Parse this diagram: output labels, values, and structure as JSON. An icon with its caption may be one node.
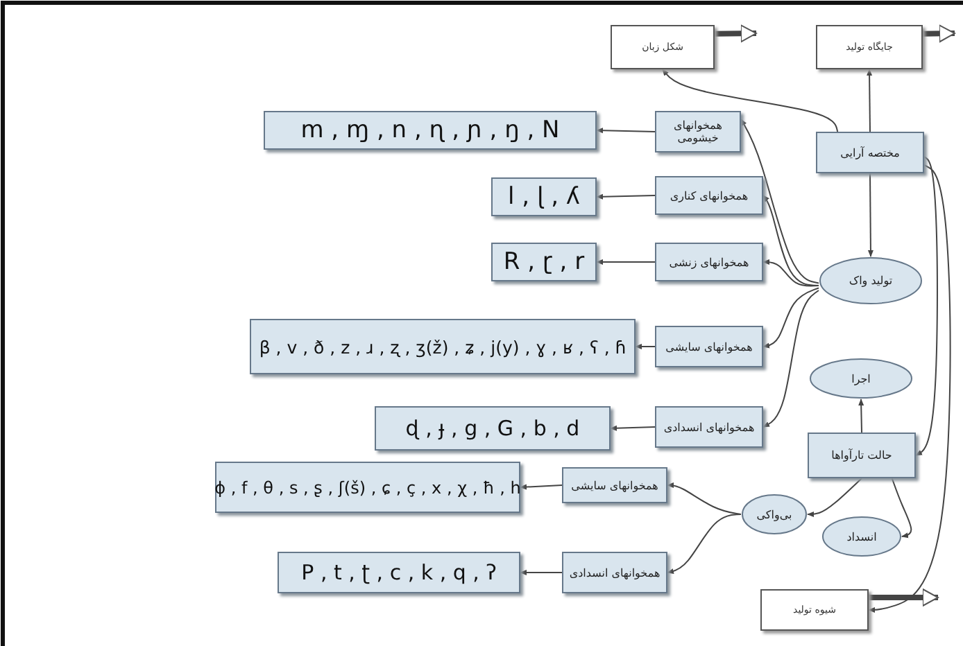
{
  "diagram": {
    "nodes": [
      {
        "text": [
          "شکل زبان"
        ]
      },
      {
        "text": [
          "جایگاه تولید"
        ]
      },
      {
        "text": [
          "m , ɱ , n , ɳ , ɲ , ŋ , N"
        ]
      },
      {
        "text": [
          "همخوانهای خیشومی"
        ]
      },
      {
        "text": [
          "مختصه آرایی"
        ]
      },
      {
        "text": [
          "l , ɭ , ʎ"
        ]
      },
      {
        "text": [
          "همخوانهای کناری"
        ]
      },
      {
        "text": [
          "R , ɽ , r"
        ]
      },
      {
        "text": [
          "همخوانهای زنشی"
        ]
      },
      {
        "text": [
          "تولید واک"
        ]
      },
      {
        "text": [
          "β , v , ð , z , ɹ , ʐ , ʒ(ž) , ʑ , j(y) , ɣ , ʁ , ʕ , ɦ"
        ]
      },
      {
        "text": [
          "همخوانهای سایشی"
        ]
      },
      {
        "text": [
          "اجرا"
        ]
      },
      {
        "text": [
          "ɖ , ɟ , g , G , b , d"
        ]
      },
      {
        "text": [
          "همخوانهای انسدادی"
        ]
      },
      {
        "text": [
          "حالت تارآواها"
        ]
      },
      {
        "text": [
          "ɸ , f , θ , s , ʂ , ʃ(š) , ɕ , ç , x , χ , ħ , h"
        ]
      },
      {
        "text": [
          "همخوانهای سایشی"
        ]
      },
      {
        "text": [
          "بی‌واکی"
        ]
      },
      {
        "text": [
          "انسداد"
        ]
      },
      {
        "text": [
          "P , t , ʈ , c , k , q , ʔ"
        ]
      },
      {
        "text": [
          "همخوانهای انسدادی"
        ]
      },
      {
        "text": [
          "شیوه تولید"
        ]
      }
    ],
    "edges": [
      {
        "from": 0,
        "to": null,
        "arrow": "to",
        "style": "thick"
      },
      {
        "from": 1,
        "to": null,
        "arrow": "to",
        "style": "thick"
      },
      {
        "from": 4,
        "to": 0,
        "arrow": "to"
      },
      {
        "from": 4,
        "to": 1,
        "arrow": "to"
      },
      {
        "from": 4,
        "to": 9,
        "arrow": "to"
      },
      {
        "from": 3,
        "to": 2,
        "arrow": "to"
      },
      {
        "from": 6,
        "to": 5,
        "arrow": "to"
      },
      {
        "from": 8,
        "to": 7,
        "arrow": "to"
      },
      {
        "from": 11,
        "to": 10,
        "arrow": "to"
      },
      {
        "from": 14,
        "to": 13,
        "arrow": "to"
      },
      {
        "from": 17,
        "to": 16,
        "arrow": "to"
      },
      {
        "from": 21,
        "to": 20,
        "arrow": "to"
      },
      {
        "from": 9,
        "to": 3,
        "arrow": "to"
      },
      {
        "from": 9,
        "to": 6,
        "arrow": "to"
      },
      {
        "from": 9,
        "to": 8,
        "arrow": "to"
      },
      {
        "from": 9,
        "to": 11,
        "arrow": "to"
      },
      {
        "from": 9,
        "to": 14,
        "arrow": "to"
      },
      {
        "from": 4,
        "to": 15,
        "arrow": "to"
      },
      {
        "from": 15,
        "to": 12,
        "arrow": "to"
      },
      {
        "from": 15,
        "to": 18,
        "arrow": "to"
      },
      {
        "from": 15,
        "to": 19,
        "arrow": "to"
      },
      {
        "from": 18,
        "to": 17,
        "arrow": "to"
      },
      {
        "from": 18,
        "to": 21,
        "arrow": "to"
      },
      {
        "from": 4,
        "to": 22,
        "arrow": "to"
      },
      {
        "from": 22,
        "to": null,
        "arrow": "to",
        "style": "thick"
      }
    ]
  }
}
